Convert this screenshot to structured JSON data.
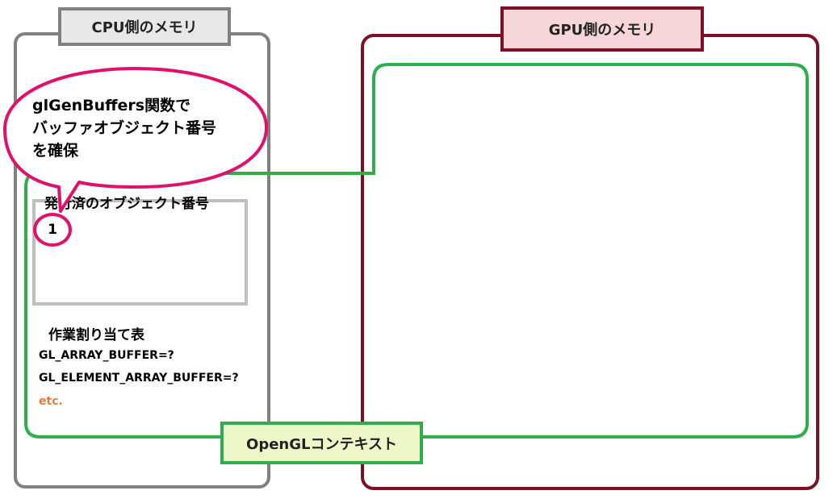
{
  "cpu_memory": {
    "title": "CPU側のメモリ"
  },
  "gpu_memory": {
    "title": "GPU側のメモリ"
  },
  "opengl_context": {
    "label": "OpenGLコンテキスト"
  },
  "issued_objects": {
    "title": "発行済のオブジェクト番号",
    "numbers": [
      "1"
    ]
  },
  "work_table": {
    "title": "作業割り当て表",
    "rows": [
      "GL_ARRAY_BUFFER=?",
      "GL_ELEMENT_ARRAY_BUFFER=?"
    ],
    "etc": "etc."
  },
  "callout": {
    "lines": [
      "glGenBuffers関数で",
      "バッファオブジェクト番号",
      "を確保"
    ]
  },
  "colors": {
    "cpu_border": "#808080",
    "gpu_border": "#7f0f25",
    "context_border": "#2fae4d",
    "callout_border": "#e0116b",
    "etc_text": "#e87c34"
  }
}
